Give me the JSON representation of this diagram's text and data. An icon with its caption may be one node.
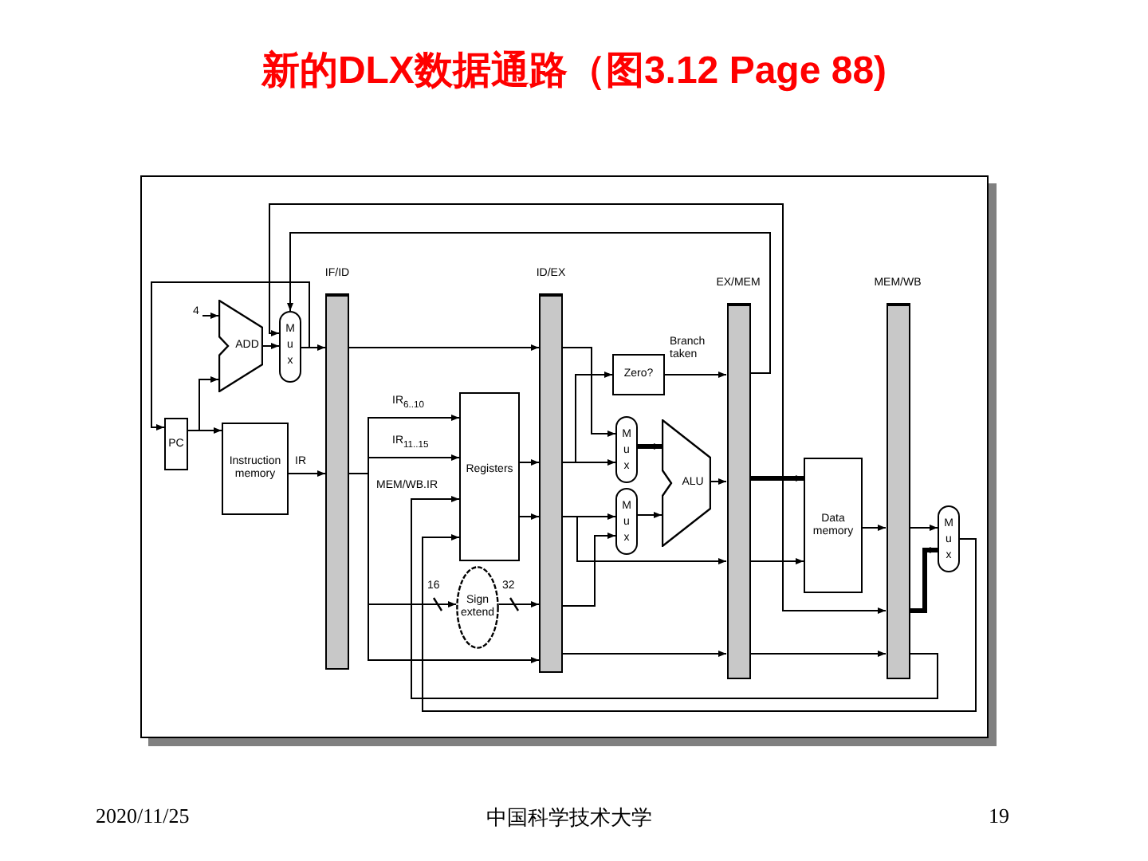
{
  "diagram": {
    "title": "新的DLX数据通路（图3.12 Page 88)",
    "nodes": [
      {
        "text": [
          "PC"
        ]
      },
      {
        "text": [
          "ADD"
        ]
      },
      {
        "text": [
          "M u x"
        ]
      },
      {
        "text": [
          "Instruction memory"
        ]
      },
      {
        "text": [
          "IF/ID"
        ]
      },
      {
        "text": [
          "ID/EX"
        ]
      },
      {
        "text": [
          "Registers"
        ]
      },
      {
        "text": [
          "Sign extend"
        ]
      },
      {
        "text": [
          "Zero?"
        ]
      },
      {
        "text": [
          "M u x"
        ]
      },
      {
        "text": [
          "M u x"
        ]
      },
      {
        "text": [
          "ALU"
        ]
      },
      {
        "text": [
          "EX/MEM"
        ]
      },
      {
        "text": [
          "Data memory"
        ]
      },
      {
        "text": [
          "MEM/WB"
        ]
      },
      {
        "text": [
          "M u x"
        ]
      },
      {
        "text": [
          "4"
        ]
      }
    ],
    "edges": [
      {
        "from": 0,
        "to": 3,
        "arrow": "to"
      },
      {
        "from": 0,
        "to": 1,
        "arrow": "to"
      },
      {
        "from": 16,
        "to": 1,
        "arrow": "to"
      },
      {
        "from": 1,
        "to": 2,
        "arrow": "to"
      },
      {
        "from": 2,
        "to": 4,
        "arrow": "to"
      },
      {
        "from": 2,
        "to": 0,
        "arrow": "to"
      },
      {
        "from": 3,
        "to": 4,
        "arrow": "to",
        "label": "IR"
      },
      {
        "from": 4,
        "to": 5,
        "arrow": "to"
      },
      {
        "from": 4,
        "to": 6,
        "arrow": "to",
        "label": "IR$_{6..10}$"
      },
      {
        "from": 4,
        "to": 6,
        "arrow": "to",
        "label": "IR$_{11..15}$"
      },
      {
        "from": 4,
        "to": 7,
        "arrow": "to"
      },
      {
        "from": 4,
        "to": 5,
        "arrow": "to"
      },
      {
        "from": 6,
        "to": 5,
        "arrow": "to"
      },
      {
        "from": 6,
        "to": 5,
        "arrow": "to"
      },
      {
        "from": 7,
        "to": 5,
        "arrow": "to"
      },
      {
        "from": 5,
        "to": 8,
        "arrow": "to"
      },
      {
        "from": 5,
        "to": 9,
        "arrow": "to"
      },
      {
        "from": 5,
        "to": 9,
        "arrow": "to"
      },
      {
        "from": 5,
        "to": 10,
        "arrow": "to"
      },
      {
        "from": 5,
        "to": 10,
        "arrow": "to"
      },
      {
        "from": 5,
        "to": 12,
        "arrow": "to"
      },
      {
        "from": 5,
        "to": 12,
        "arrow": "to"
      },
      {
        "from": 9,
        "to": 11,
        "arrow": "to",
        "style": "thick"
      },
      {
        "from": 10,
        "to": 11,
        "arrow": "to"
      },
      {
        "from": 11,
        "to": 12,
        "arrow": "to"
      },
      {
        "from": 8,
        "to": 12,
        "arrow": "to",
        "label": "Branch taken"
      },
      {
        "from": 12,
        "to": 2,
        "arrow": "to"
      },
      {
        "from": 12,
        "to": 2,
        "arrow": "to"
      },
      {
        "from": 12,
        "to": 13,
        "arrow": "to",
        "style": "thick"
      },
      {
        "from": 12,
        "to": 13,
        "arrow": "to"
      },
      {
        "from": 12,
        "to": 14,
        "arrow": "to"
      },
      {
        "from": 12,
        "to": 14,
        "arrow": "to"
      },
      {
        "from": 13,
        "to": 14,
        "arrow": "to"
      },
      {
        "from": 14,
        "to": 15,
        "arrow": "to"
      },
      {
        "from": 14,
        "to": 15,
        "arrow": "to",
        "style": "thick"
      },
      {
        "from": 15,
        "to": 6,
        "arrow": "to"
      },
      {
        "from": 14,
        "to": 6,
        "arrow": "to",
        "label": "MEM/WB.IR"
      }
    ],
    "labels": [
      "16",
      "32",
      "2020/11/25",
      "中国科学技术大学",
      "19"
    ]
  }
}
